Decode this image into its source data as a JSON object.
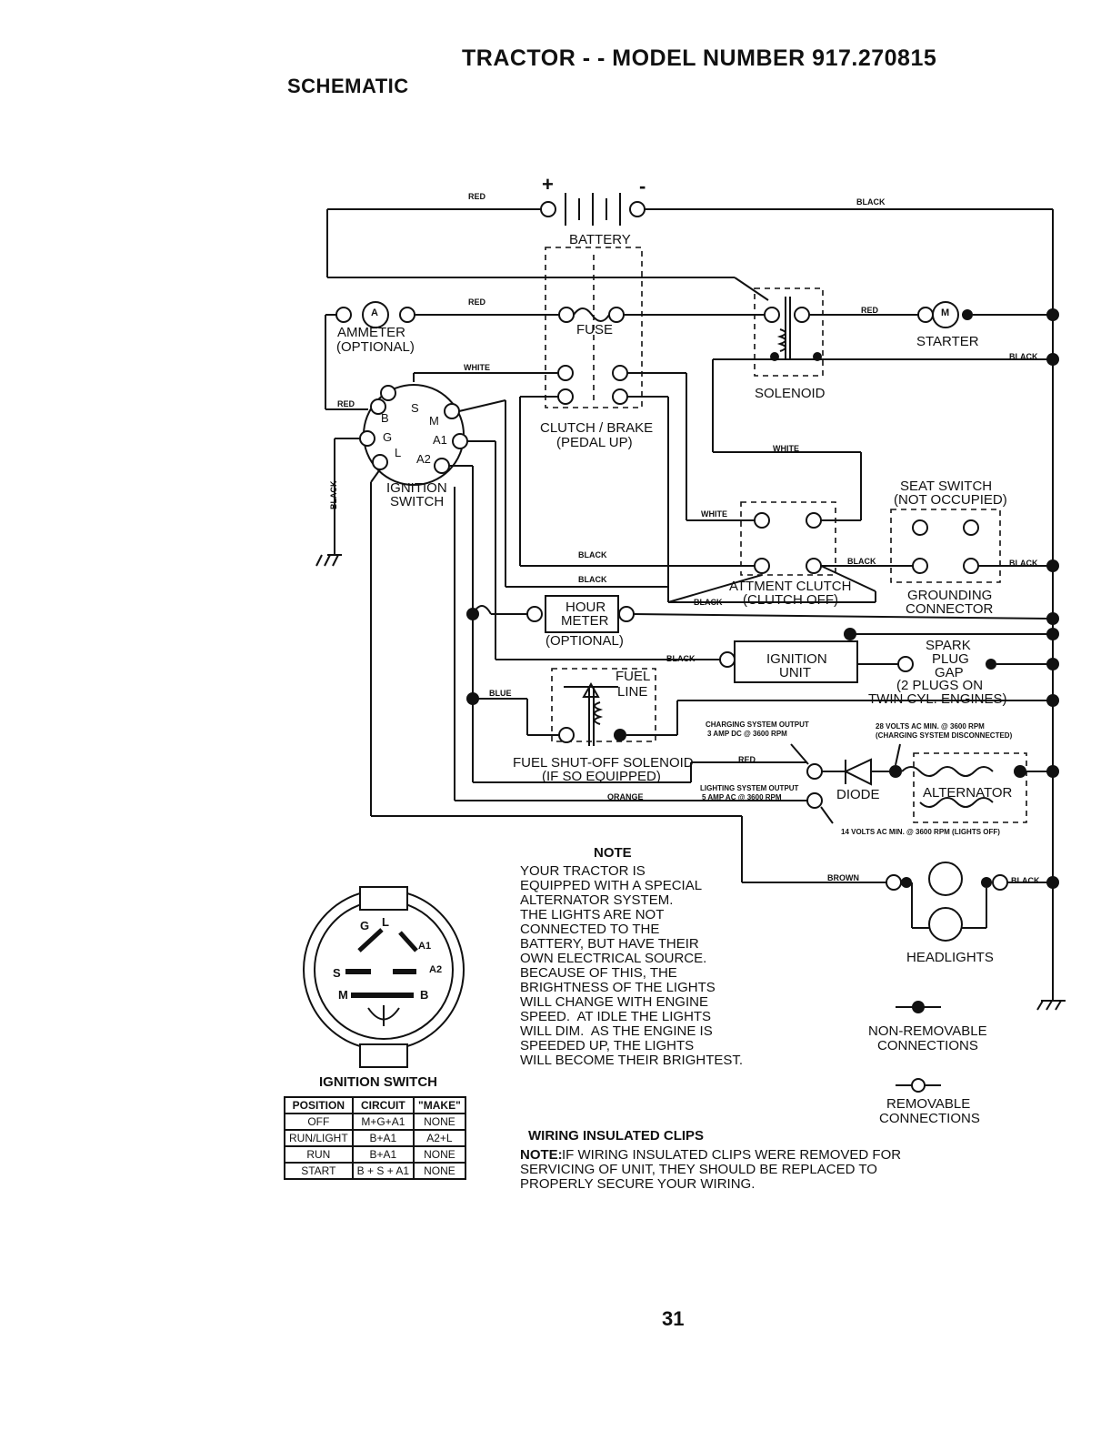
{
  "header": {
    "title": "TRACTOR - - MODEL NUMBER 917.270815",
    "section": "SCHEMATIC"
  },
  "components": {
    "battery": "BATTERY",
    "battery_plus": "+",
    "battery_minus": "-",
    "ammeter": "AMMETER",
    "ammeter_optional": "(OPTIONAL)",
    "ammeter_symbol": "A",
    "fuse": "FUSE",
    "solenoid": "SOLENOID",
    "starter": "STARTER",
    "starter_symbol": "M",
    "clutch_brake": "CLUTCH / BRAKE",
    "clutch_brake_sub": "(PEDAL UP)",
    "ignition_switch": "IGNITION",
    "ignition_switch_2": "SWITCH",
    "seat_switch": "SEAT SWITCH",
    "seat_switch_sub": "(NOT OCCUPIED)",
    "attmt_clutch": "ATTMENT CLUTCH",
    "attmt_clutch_sub": "(CLUTCH OFF)",
    "grounding": "GROUNDING",
    "grounding_2": "CONNECTOR",
    "hour_meter": "HOUR",
    "hour_meter_2": "METER",
    "hour_meter_optional": "(OPTIONAL)",
    "ignition_unit": "IGNITION",
    "ignition_unit_2": "UNIT",
    "spark_plug": "SPARK",
    "spark_plug_2": "PLUG",
    "spark_plug_3": "GAP",
    "spark_plug_4": "(2 PLUGS ON",
    "spark_plug_5": "TWIN CYL. ENGINES)",
    "fuel_line": "FUEL",
    "fuel_line_2": "LINE",
    "fuel_solenoid": "FUEL SHUT-OFF SOLENOID",
    "fuel_solenoid_sub": "(IF SO EQUIPPED)",
    "diode": "DIODE",
    "alternator": "ALTERNATOR",
    "headlights": "HEADLIGHTS",
    "charging_output": "CHARGING SYSTEM OUTPUT",
    "charging_output_2": "3 AMP DC @ 3600 RPM",
    "volts_28": "28 VOLTS AC MIN. @ 3600 RPM",
    "volts_28_2": "(CHARGING SYSTEM DISCONNECTED)",
    "lighting_output": "LIGHTING SYSTEM OUTPUT",
    "lighting_output_2": "5 AMP AC @ 3600 RPM",
    "volts_14": "14 VOLTS AC MIN. @ 3600 RPM (LIGHTS OFF)",
    "term_B": "B",
    "term_S": "S",
    "term_M": "M",
    "term_G": "G",
    "term_A1": "A1",
    "term_L": "L",
    "term_A2": "A2"
  },
  "wires": {
    "red": "RED",
    "black": "BLACK",
    "white": "WHITE",
    "blue": "BLUE",
    "orange": "ORANGE",
    "brown": "BROWN"
  },
  "note": {
    "heading": "NOTE",
    "body": "YOUR TRACTOR IS\nEQUIPPED WITH A SPECIAL\nALTERNATOR SYSTEM.\nTHE LIGHTS ARE NOT\nCONNECTED TO THE\nBATTERY, BUT HAVE THEIR\nOWN ELECTRICAL SOURCE.\nBECAUSE OF THIS, THE\nBRIGHTNESS OF THE LIGHTS\nWILL CHANGE WITH ENGINE\nSPEED.  AT IDLE THE LIGHTS\nWILL DIM.  AS THE ENGINE IS\nSPEEDED UP, THE LIGHTS\nWILL BECOME THEIR BRIGHTEST."
  },
  "legend": {
    "non_removable": "NON-REMOVABLE",
    "non_removable_2": "CONNECTIONS",
    "removable": "REMOVABLE",
    "removable_2": "CONNECTIONS"
  },
  "ignition_diagram": {
    "title": "IGNITION SWITCH",
    "letters": [
      "G",
      "L",
      "A1",
      "S",
      "A2",
      "M",
      "B"
    ]
  },
  "ignition_table": {
    "headers": [
      "POSITION",
      "CIRCUIT",
      "\"MAKE\""
    ],
    "rows": [
      [
        "OFF",
        "M+G+A1",
        "NONE"
      ],
      [
        "RUN/LIGHT",
        "B+A1",
        "A2+L"
      ],
      [
        "RUN",
        "B+A1",
        "NONE"
      ],
      [
        "START",
        "B + S + A1",
        "NONE"
      ]
    ]
  },
  "clips": {
    "heading": "WIRING INSULATED CLIPS",
    "note_label": "NOTE:",
    "note_text": "IF WIRING INSULATED CLIPS WERE REMOVED FOR\nSERVICING OF UNIT, THEY SHOULD BE REPLACED TO\nPROPERLY SECURE YOUR WIRING."
  },
  "page_number": "31"
}
